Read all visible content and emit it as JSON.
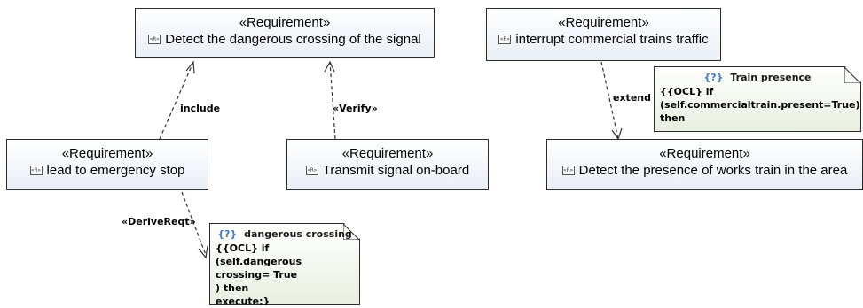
{
  "requirements": {
    "r1": {
      "stereotype": "«Requirement»",
      "icon": "requirement-icon",
      "name": "Detect the dangerous crossing of the signal"
    },
    "r2": {
      "stereotype": "«Requirement»",
      "icon": "requirement-icon",
      "name": "interrupt commercial trains traffic"
    },
    "r3": {
      "stereotype": "«Requirement»",
      "icon": "requirement-icon",
      "name": "lead to emergency stop"
    },
    "r4": {
      "stereotype": "«Requirement»",
      "icon": "requirement-icon",
      "name": "Transmit signal on-board"
    },
    "r5": {
      "stereotype": "«Requirement»",
      "icon": "requirement-icon",
      "name": "Detect the presence of works train in the area"
    }
  },
  "notes": {
    "train_presence": {
      "icon": "{?}",
      "title": "Train presence",
      "lines": [
        "{{OCL} if",
        "(self.commercialtrain.present=True)",
        "then"
      ]
    },
    "dangerous_crossing": {
      "icon": "{?}",
      "title": "dangerous crossing",
      "lines": [
        "{{OCL} if (self.dangerous",
        "crossing= True",
        ") then",
        "execute;}"
      ]
    }
  },
  "relations": {
    "include": "include",
    "verify": "«Verify»",
    "extend": "extend",
    "derive": "«DeriveReqt»"
  },
  "colors": {
    "box_border": "#2b2b2b",
    "req_fill_bottom": "#e9eff6",
    "note_fill_bottom": "#e8efe0",
    "ocl_icon": "#3a7bd5"
  }
}
